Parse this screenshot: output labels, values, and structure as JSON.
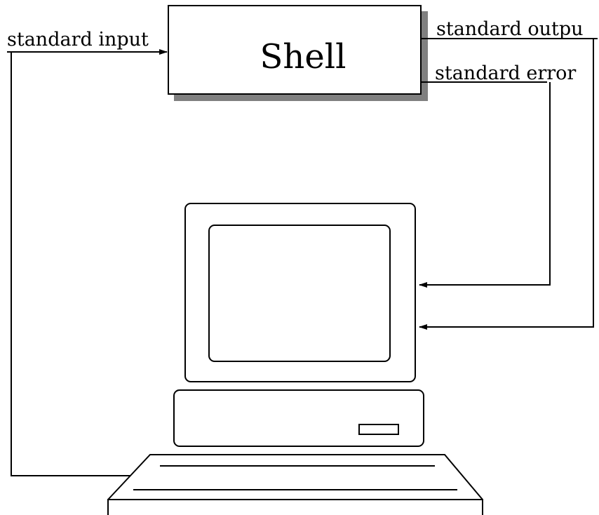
{
  "shell": {
    "label": "Shell"
  },
  "streams": {
    "input": "standard input",
    "output": "standard outpu",
    "error": "standard error"
  },
  "colors": {
    "stroke": "#000000",
    "shadow": "#808080",
    "background": "#ffffff"
  }
}
